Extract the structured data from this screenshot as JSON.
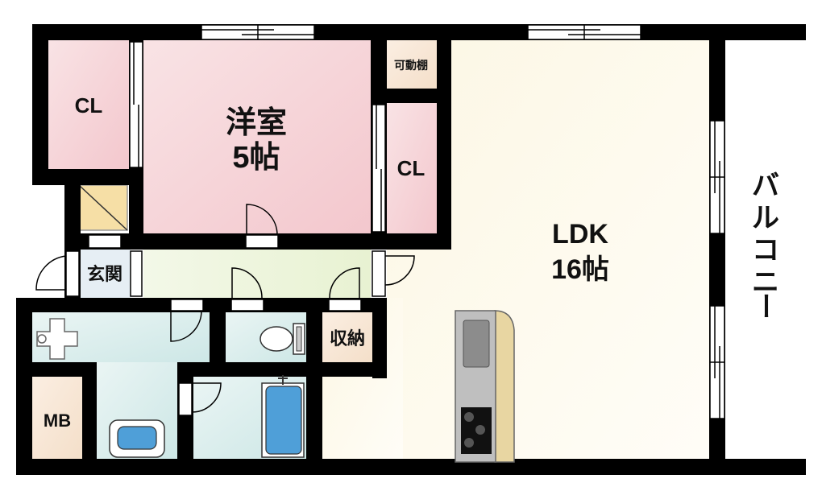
{
  "rooms": {
    "western_room": {
      "name": "洋室",
      "size": "5帖"
    },
    "ldk": {
      "name": "LDK",
      "size": "16帖"
    },
    "closet_left": "CL",
    "closet_right": "CL",
    "adjustable_shelf": "可動棚",
    "entrance": "玄関",
    "storage": "収納",
    "meter_box": "MB",
    "balcony": [
      "バ",
      "ル",
      "コ",
      "ニ",
      "ー"
    ]
  },
  "colors": {
    "wall": "#000000",
    "western_room": "#f6d3d8",
    "ldk": "#fbf7e6",
    "corridor": "#eef5dc",
    "wet_area": "#d6ecec",
    "closet": "#f3ccd3",
    "storage": "#f7e6d2",
    "shoebox": "#f6dfa6",
    "fixture_blue": "#4f9fd8"
  }
}
